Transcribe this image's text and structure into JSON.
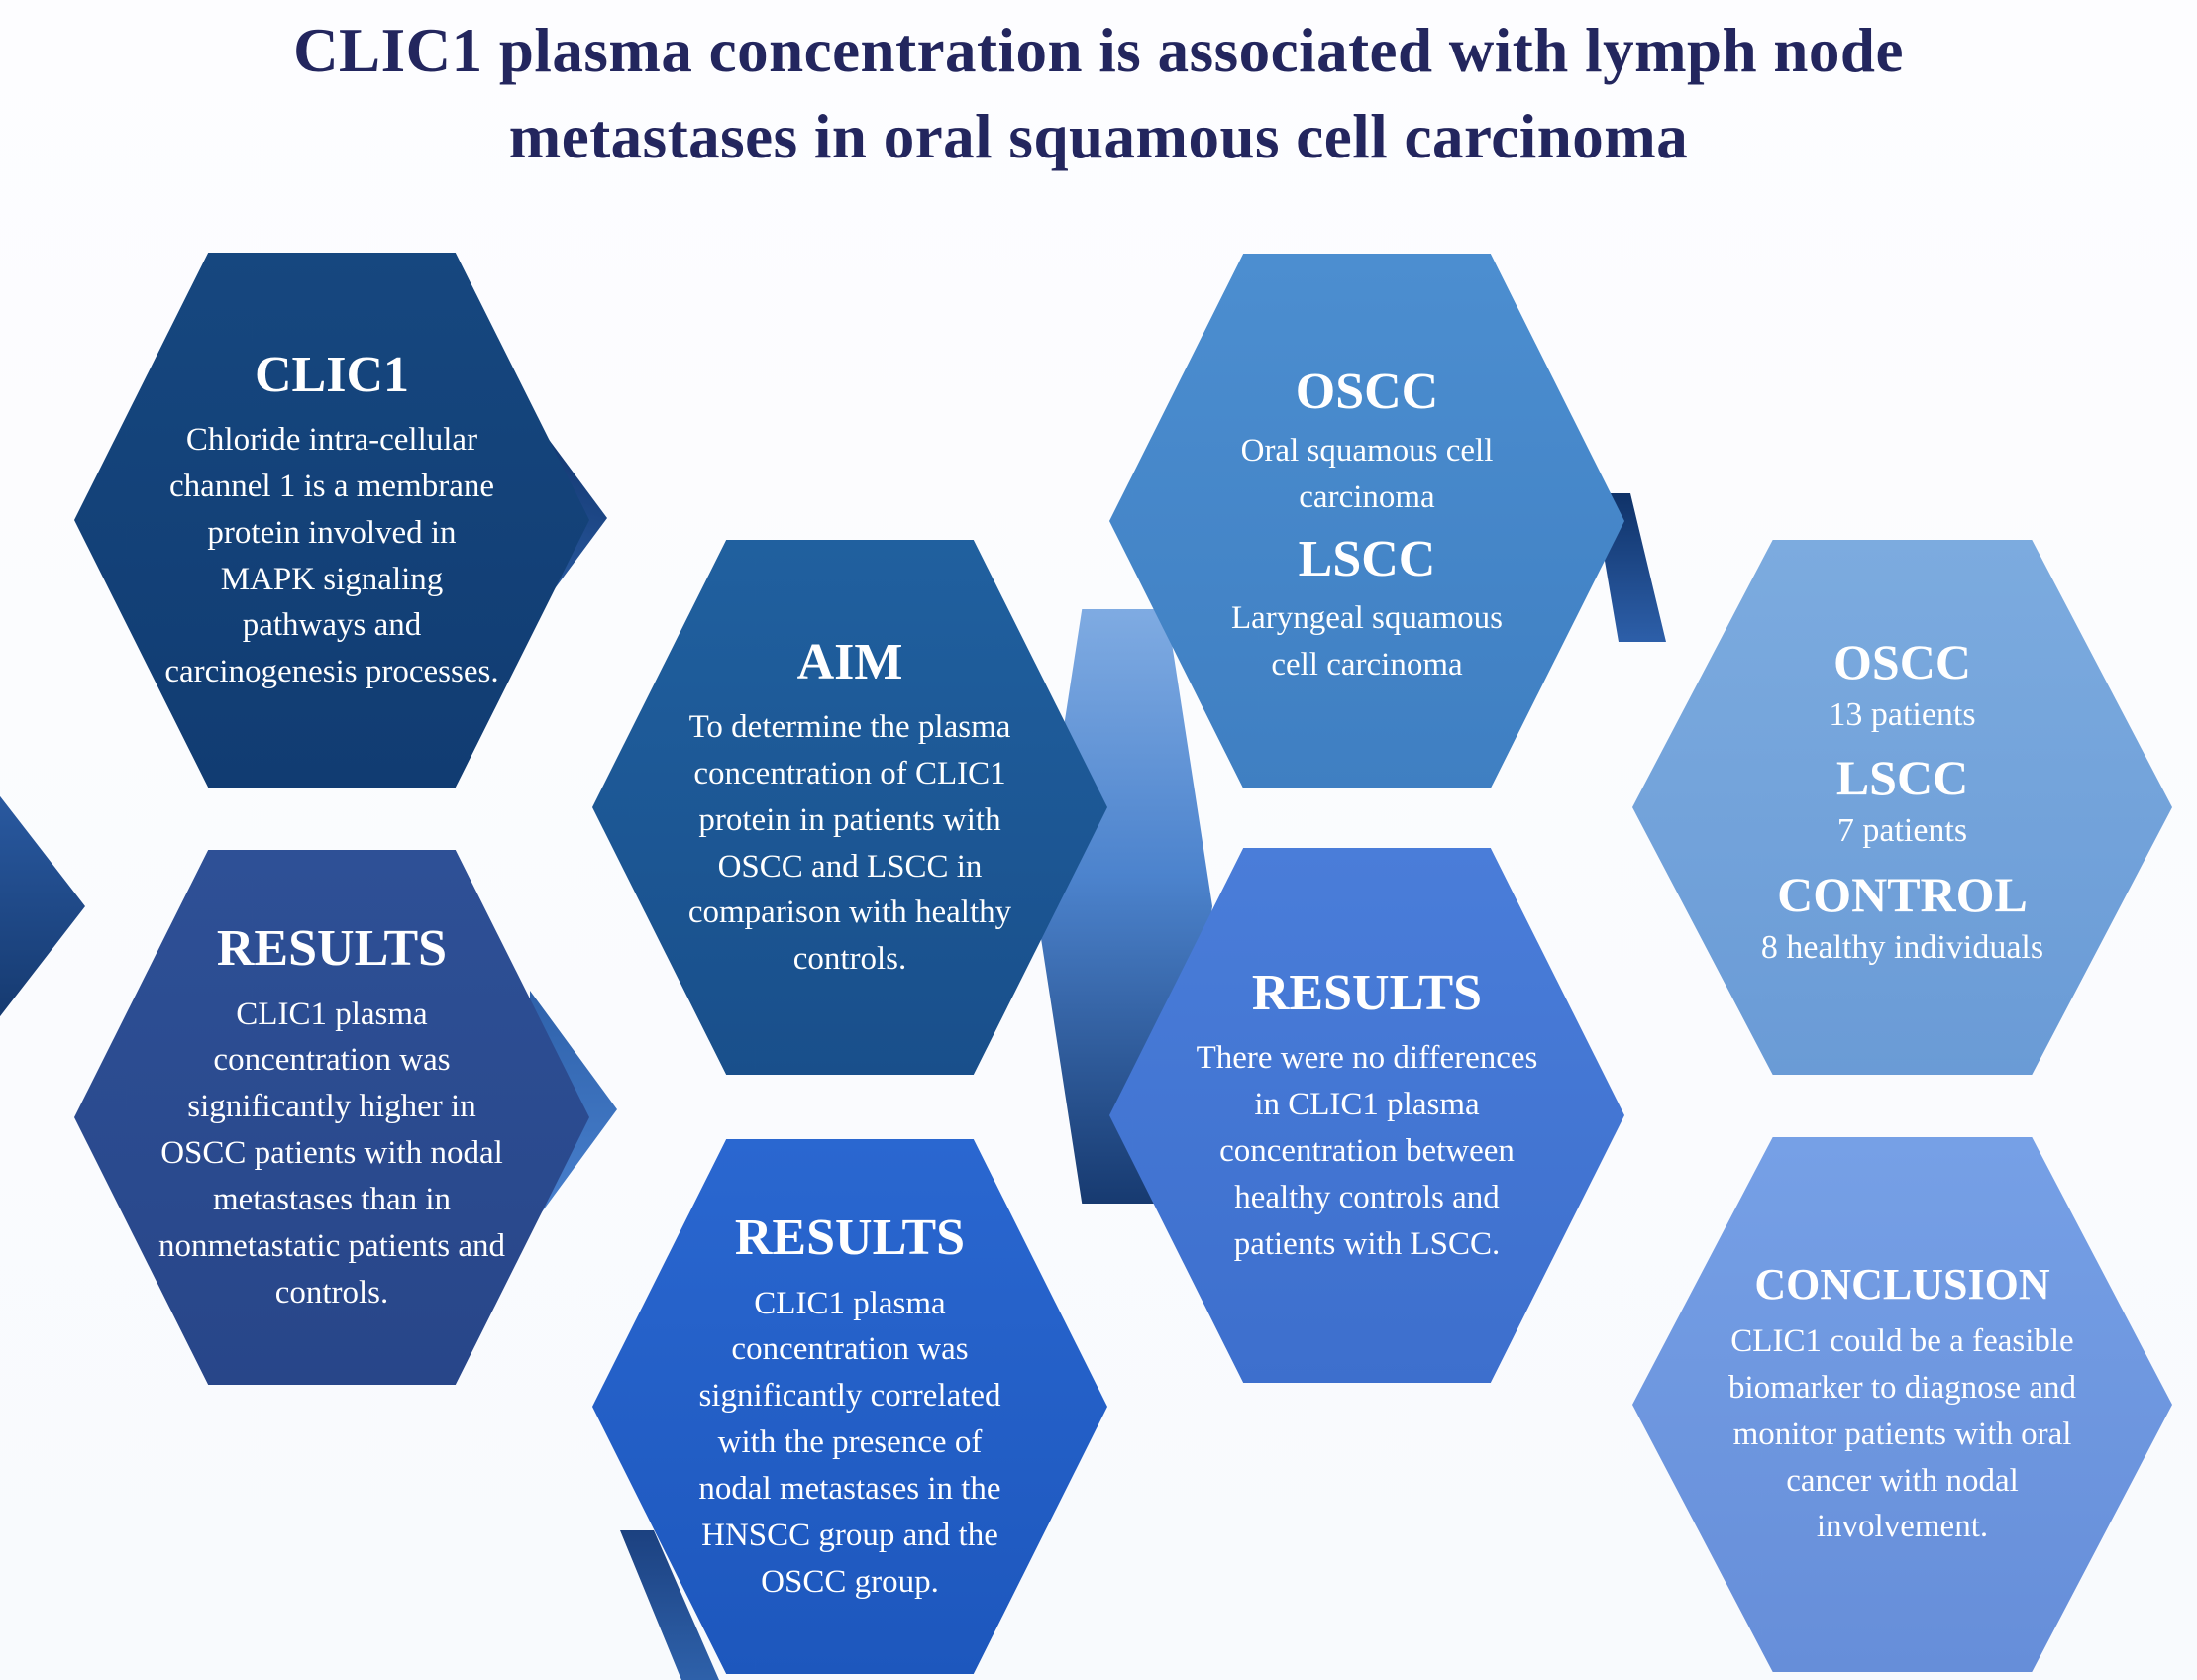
{
  "title": {
    "line1": "CLIC1 plasma concentration is associated with lymph node",
    "line2": "metastases in oral squamous cell carcinoma"
  },
  "hexagons": [
    {
      "id": "clic1",
      "sections": [
        {
          "heading": "CLIC1",
          "text": "Chloride intra-cellular channel 1 is a membrane protein involved in MAPK signaling pathways and carcinogenesis processes."
        }
      ]
    },
    {
      "id": "aim",
      "sections": [
        {
          "heading": "AIM",
          "text": "To determine the plasma concentration of CLIC1 protein in patients with OSCC and LSCC in comparison with healthy controls."
        }
      ]
    },
    {
      "id": "oscc_lscc_definitions",
      "sections": [
        {
          "heading": "OSCC",
          "text": "Oral squamous cell carcinoma"
        },
        {
          "heading": "LSCC",
          "text": "Laryngeal squamous cell carcinoma"
        }
      ]
    },
    {
      "id": "study_groups",
      "sections": [
        {
          "heading": "OSCC",
          "text": "13 patients"
        },
        {
          "heading": "LSCC",
          "text": "7 patients"
        },
        {
          "heading": "CONTROL",
          "text": "8 healthy individuals"
        }
      ]
    },
    {
      "id": "results_nodal",
      "sections": [
        {
          "heading": "RESULTS",
          "text": "CLIC1 plasma concentration was significantly higher in OSCC patients with nodal metastases than in nonmetastatic patients and controls."
        }
      ]
    },
    {
      "id": "results_correlation",
      "sections": [
        {
          "heading": "RESULTS",
          "text": "CLIC1 plasma concentration was significantly correlated with the presence of nodal metastases in the HNSCC group and the OSCC group."
        }
      ]
    },
    {
      "id": "results_lscc",
      "sections": [
        {
          "heading": "RESULTS",
          "text": "There were no differences in CLIC1 plasma concentration between healthy controls and patients with LSCC."
        }
      ]
    },
    {
      "id": "conclusion",
      "sections": [
        {
          "heading": "CONCLUSION",
          "text": "CLIC1 could be a feasible biomarker to diagnose and monitor patients with oral cancer with nodal involvement."
        }
      ]
    }
  ],
  "palette": {
    "title_color": "#23265e",
    "text_color": "#ffffff",
    "background": "#fdfdff",
    "hexagon_fills": {
      "clic1": "#13427a",
      "aim": "#1d5695",
      "oscc_lscc_definitions": "#4386ca",
      "study_groups": "#74a5dc",
      "results_nodal": "#2b4b90",
      "results_correlation": "#2361c9",
      "results_lscc": "#4377d5",
      "conclusion": "#6f99e2"
    }
  }
}
